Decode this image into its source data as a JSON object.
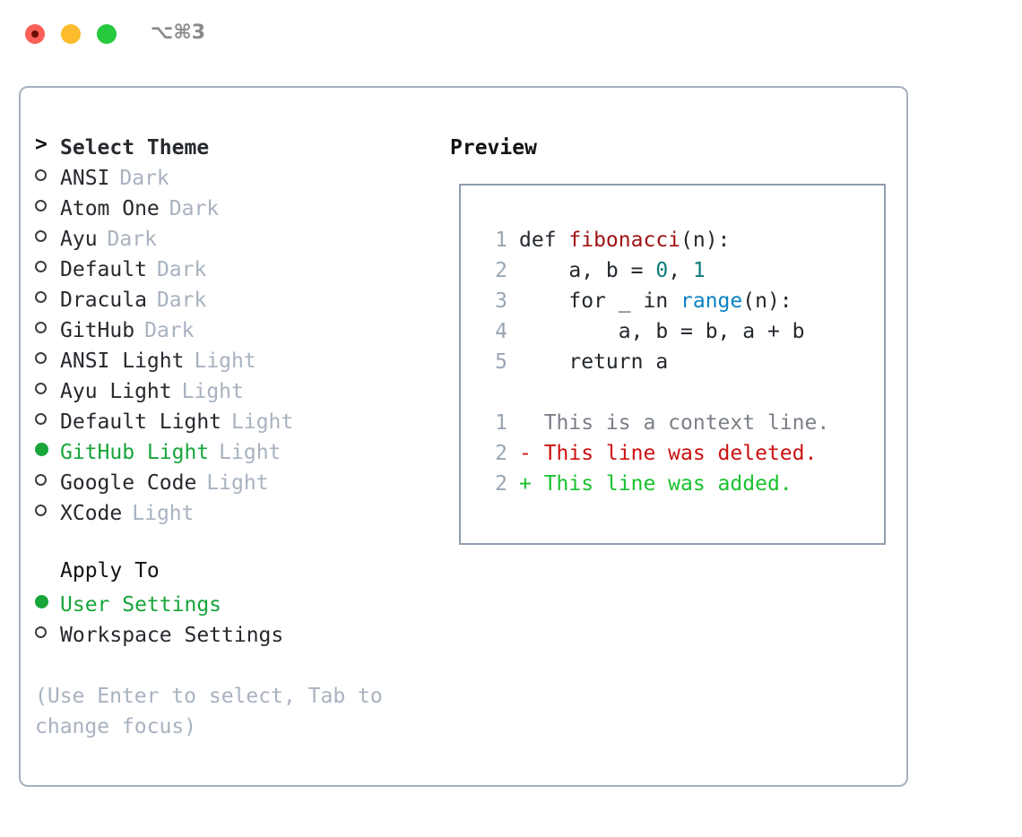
{
  "window": {
    "shortcut": "⌥⌘3",
    "traffic_lights": [
      "close",
      "minimize",
      "zoom"
    ],
    "colors": {
      "close": "#fb5f57",
      "minimize": "#fdbc2e",
      "zoom": "#27c93f",
      "accent_green": "#18a53a",
      "muted": "#a8b2c0",
      "panel_border": "#a7b0bd",
      "code_border": "#919daf"
    }
  },
  "theme_picker": {
    "header_marker": ">",
    "header": "Select Theme",
    "items": [
      {
        "marker": "o",
        "label": "ANSI",
        "tag": "Dark",
        "selected": false
      },
      {
        "marker": "o",
        "label": "Atom One",
        "tag": "Dark",
        "selected": false
      },
      {
        "marker": "o",
        "label": "Ayu",
        "tag": "Dark",
        "selected": false
      },
      {
        "marker": "o",
        "label": "Default",
        "tag": "Dark",
        "selected": false
      },
      {
        "marker": "o",
        "label": "Dracula",
        "tag": "Dark",
        "selected": false
      },
      {
        "marker": "o",
        "label": "GitHub",
        "tag": "Dark",
        "selected": false
      },
      {
        "marker": "o",
        "label": "ANSI Light",
        "tag": "Light",
        "selected": false
      },
      {
        "marker": "o",
        "label": "Ayu Light",
        "tag": "Light",
        "selected": false
      },
      {
        "marker": "o",
        "label": "Default Light",
        "tag": "Light",
        "selected": false
      },
      {
        "marker": "●",
        "label": "GitHub Light",
        "tag": "Light",
        "selected": true
      },
      {
        "marker": "o",
        "label": "Google Code",
        "tag": "Light",
        "selected": false
      },
      {
        "marker": "o",
        "label": "XCode",
        "tag": "Light",
        "selected": false
      }
    ]
  },
  "apply_to": {
    "title": "Apply To",
    "options": [
      {
        "marker": "●",
        "label": "User Settings",
        "selected": true
      },
      {
        "marker": "o",
        "label": "Workspace Settings",
        "selected": false
      }
    ]
  },
  "hint": "(Use Enter to select, Tab to change focus)",
  "preview": {
    "title": "Preview",
    "code_lines": [
      {
        "lineno": "1",
        "segments": [
          {
            "text": "def ",
            "type": "plain"
          },
          {
            "text": "fibonacci",
            "type": "function"
          },
          {
            "text": "(n):",
            "type": "plain"
          }
        ]
      },
      {
        "lineno": "2",
        "segments": [
          {
            "text": "    a, b = ",
            "type": "plain"
          },
          {
            "text": "0",
            "type": "number"
          },
          {
            "text": ", ",
            "type": "plain"
          },
          {
            "text": "1",
            "type": "number"
          }
        ]
      },
      {
        "lineno": "3",
        "segments": [
          {
            "text": "    for _ in ",
            "type": "plain"
          },
          {
            "text": "range",
            "type": "builtin"
          },
          {
            "text": "(n):",
            "type": "plain"
          }
        ]
      },
      {
        "lineno": "4",
        "segments": [
          {
            "text": "        a, b = b, a + b",
            "type": "plain"
          }
        ]
      },
      {
        "lineno": "5",
        "segments": [
          {
            "text": "    return a",
            "type": "plain"
          }
        ]
      }
    ],
    "diff_lines": [
      {
        "lineno": "1",
        "text": "  This is a context line.",
        "type": "context"
      },
      {
        "lineno": "2",
        "text": "- This line was deleted.",
        "type": "deleted"
      },
      {
        "lineno": "2",
        "text": "+ This line was added.",
        "type": "added"
      }
    ]
  }
}
